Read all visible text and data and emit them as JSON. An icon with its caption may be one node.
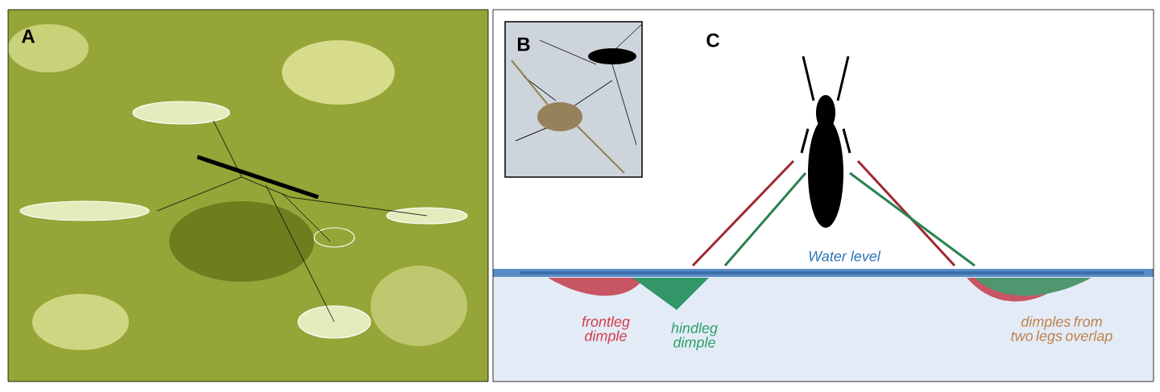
{
  "diagram": {
    "labels": [
      "A",
      "B",
      "C",
      "Water level",
      "frontleg dimple",
      "hindleg dimple",
      "dimples from two legs overlap"
    ]
  }
}
